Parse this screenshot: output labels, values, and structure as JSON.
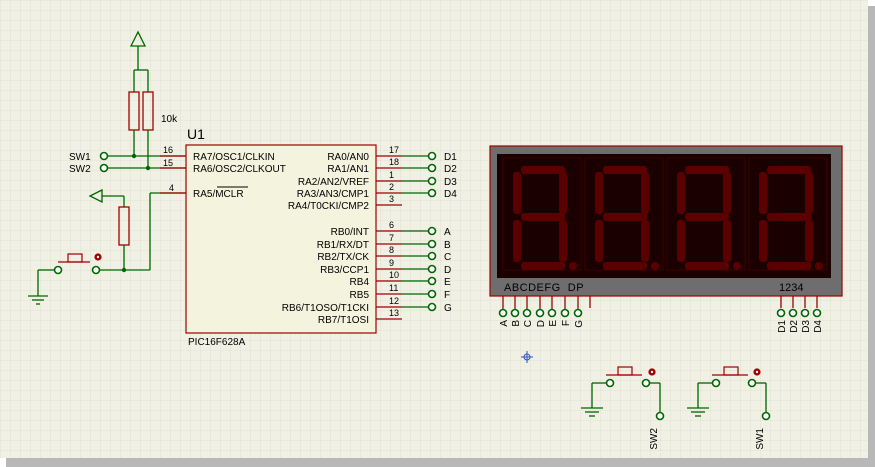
{
  "ic": {
    "ref": "U1",
    "part": "PIC16F628A",
    "left_pins": [
      {
        "num": "16",
        "label": "RA7/OSC1/CLKIN"
      },
      {
        "num": "15",
        "label": "RA6/OSC2/CLKOUT"
      },
      {
        "num": "4",
        "label": "RA5/MCLR"
      }
    ],
    "right_pins": [
      {
        "num": "17",
        "label": "RA0/AN0",
        "net": "D1"
      },
      {
        "num": "18",
        "label": "RA1/AN1",
        "net": "D2"
      },
      {
        "num": "1",
        "label": "RA2/AN2/VREF",
        "net": "D3"
      },
      {
        "num": "2",
        "label": "RA3/AN3/CMP1",
        "net": "D4"
      },
      {
        "num": "3",
        "label": "RA4/T0CKI/CMP2",
        "net": ""
      },
      {
        "num": "6",
        "label": "RB0/INT",
        "net": "A"
      },
      {
        "num": "7",
        "label": "RB1/RX/DT",
        "net": "B"
      },
      {
        "num": "8",
        "label": "RB2/TX/CK",
        "net": "C"
      },
      {
        "num": "9",
        "label": "RB3/CCP1",
        "net": "D"
      },
      {
        "num": "10",
        "label": "RB4",
        "net": "E"
      },
      {
        "num": "11",
        "label": "RB5",
        "net": "F"
      },
      {
        "num": "12",
        "label": "RB6/T1OSO/T1CKI",
        "net": "G"
      },
      {
        "num": "13",
        "label": "RB7/T1OSI",
        "net": ""
      }
    ]
  },
  "left_nets": [
    "SW1",
    "SW2"
  ],
  "resistor_value": "10k",
  "display": {
    "segment_label": "ABCDEFG  DP",
    "digit_label": "1234",
    "digits": 4,
    "segment_pins": [
      "A",
      "B",
      "C",
      "D",
      "E",
      "F",
      "G"
    ],
    "digit_pins": [
      "D1",
      "D2",
      "D3",
      "D4"
    ],
    "body_color": "#6e6e6e",
    "segment_color": "#5a0000",
    "panel_color": "#1a0000"
  },
  "switches": [
    "SW2",
    "SW1"
  ],
  "colors": {
    "wire": "#006600",
    "component": "#a00000",
    "grid_bg": "#f0f0e4"
  }
}
